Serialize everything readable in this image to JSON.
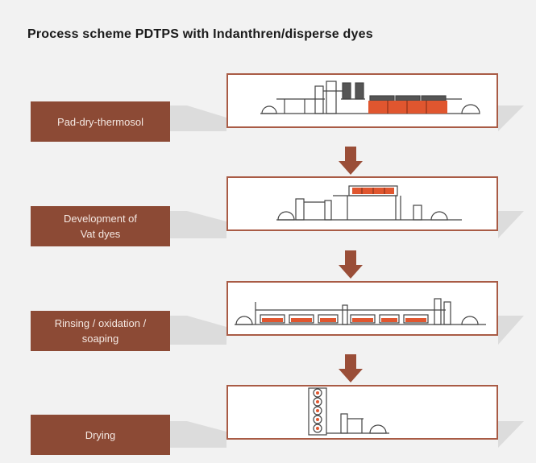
{
  "title": "Process scheme PDTPS with Indanthren/disperse dyes",
  "colors": {
    "label_fill": "#8c4a35",
    "label_text": "#f4e8e2",
    "box_border": "#a95b45",
    "arrow": "#9a4e38",
    "machine_orange": "#e0562f",
    "machine_line": "#444444",
    "shadow": "#d9d9d9",
    "background": "#f2f2f2"
  },
  "steps": [
    {
      "label": "Pad-dry-thermosol",
      "machine_icon": "pad-dry-thermosol-machine-icon"
    },
    {
      "label": "Development of\nVat dyes",
      "machine_icon": "development-machine-icon"
    },
    {
      "label": "Rinsing / oxidation /\nsoaping",
      "machine_icon": "rinsing-oxidation-soaping-machine-icon"
    },
    {
      "label": "Drying",
      "machine_icon": "drying-machine-icon"
    }
  ]
}
